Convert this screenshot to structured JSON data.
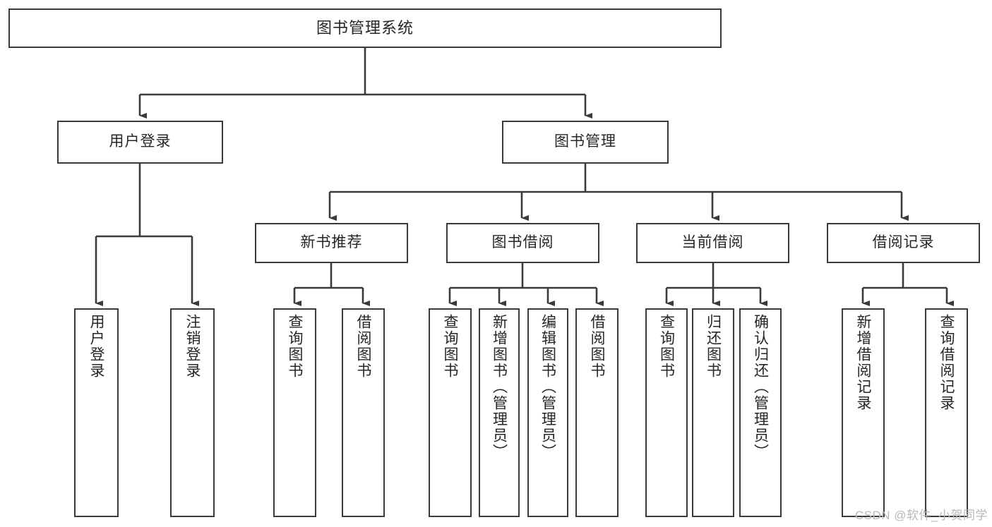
{
  "diagram": {
    "title": "图书管理系统",
    "watermark": "CSDN @软件_小贺同学",
    "line_color": "#3a3a3a",
    "text_color": "#262626",
    "background": "#ffffff",
    "nodes": {
      "root": {
        "label": "图书管理系统"
      },
      "level2": [
        {
          "id": "user-login",
          "label": "用户登录"
        },
        {
          "id": "book-manage",
          "label": "图书管理"
        }
      ],
      "level3": [
        {
          "id": "new-book-recommend",
          "label": "新书推荐"
        },
        {
          "id": "book-borrow",
          "label": "图书借阅"
        },
        {
          "id": "current-borrow",
          "label": "当前借阅"
        },
        {
          "id": "borrow-record",
          "label": "借阅记录"
        }
      ],
      "leaves": [
        {
          "id": "leaf-user-login",
          "label": "用户登录",
          "parent": "user-login"
        },
        {
          "id": "leaf-user-logout",
          "label": "注销登录",
          "parent": "user-login"
        },
        {
          "id": "leaf-query-book-1",
          "label": "查询图书",
          "parent": "new-book-recommend"
        },
        {
          "id": "leaf-borrow-book-1",
          "label": "借阅图书",
          "parent": "new-book-recommend"
        },
        {
          "id": "leaf-query-book-2",
          "label": "查询图书",
          "parent": "book-borrow"
        },
        {
          "id": "leaf-add-book",
          "label": "新增图书（管理员）",
          "parent": "book-borrow"
        },
        {
          "id": "leaf-edit-book",
          "label": "编辑图书（管理员）",
          "parent": "book-borrow"
        },
        {
          "id": "leaf-borrow-book-2",
          "label": "借阅图书",
          "parent": "book-borrow"
        },
        {
          "id": "leaf-query-book-3",
          "label": "查询图书",
          "parent": "current-borrow"
        },
        {
          "id": "leaf-return-book",
          "label": "归还图书",
          "parent": "current-borrow"
        },
        {
          "id": "leaf-confirm-return",
          "label": "确认归还（管理员）",
          "parent": "current-borrow"
        },
        {
          "id": "leaf-add-record",
          "label": "新增借阅记录",
          "parent": "borrow-record"
        },
        {
          "id": "leaf-query-record",
          "label": "查询借阅记录",
          "parent": "borrow-record"
        }
      ]
    }
  }
}
